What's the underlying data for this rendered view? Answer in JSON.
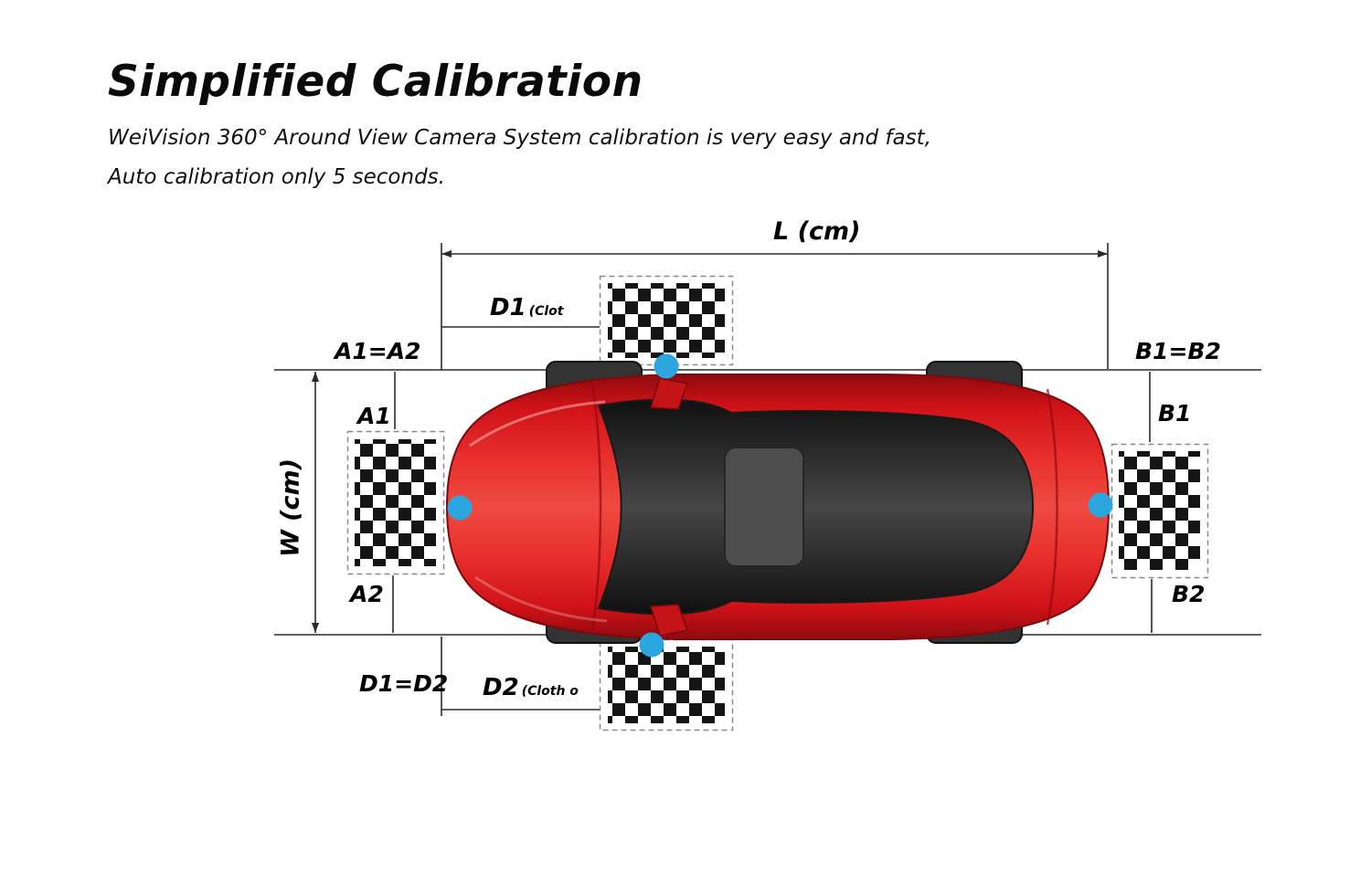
{
  "header": {
    "title": "Simplified Calibration",
    "subtitle_line1": "WeiVision 360° Around View Camera System calibration is very easy and fast,",
    "subtitle_line2": "Auto calibration only 5 seconds."
  },
  "diagram": {
    "labels": {
      "length": "L (cm)",
      "width": "W (cm)",
      "a1_equals_a2": "A1=A2",
      "b1_equals_b2": "B1=B2",
      "a1": "A1",
      "a2": "A2",
      "b1": "B1",
      "b2": "B2",
      "d1": "D1",
      "d1_note": "(Clot",
      "d2": "D2",
      "d2_note": "(Cloth o",
      "d1_equals_d2": "D1=D2"
    },
    "colors": {
      "car_red": "#d21318",
      "camera_dot_blue": "#2ba6df",
      "checker_black": "#141414",
      "line_dark": "#2b2b2b"
    }
  }
}
